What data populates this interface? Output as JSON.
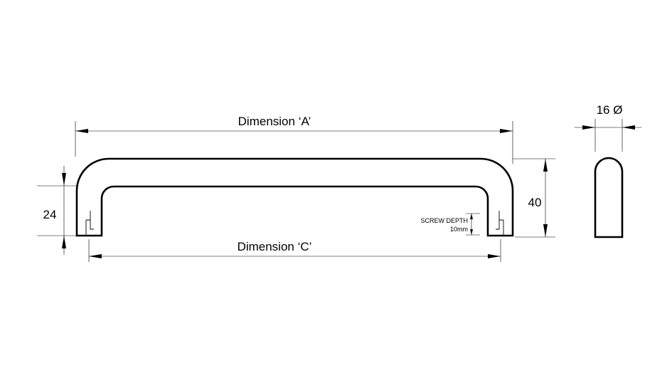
{
  "labels": {
    "dimension_a": "Dimension ‘A’",
    "dimension_c": "Dimension ‘C’",
    "height_24": "24",
    "height_40": "40",
    "diameter_16": "16 Ø",
    "screw_depth_title": "SCREW DEPTH",
    "screw_depth_value": "10mm"
  }
}
